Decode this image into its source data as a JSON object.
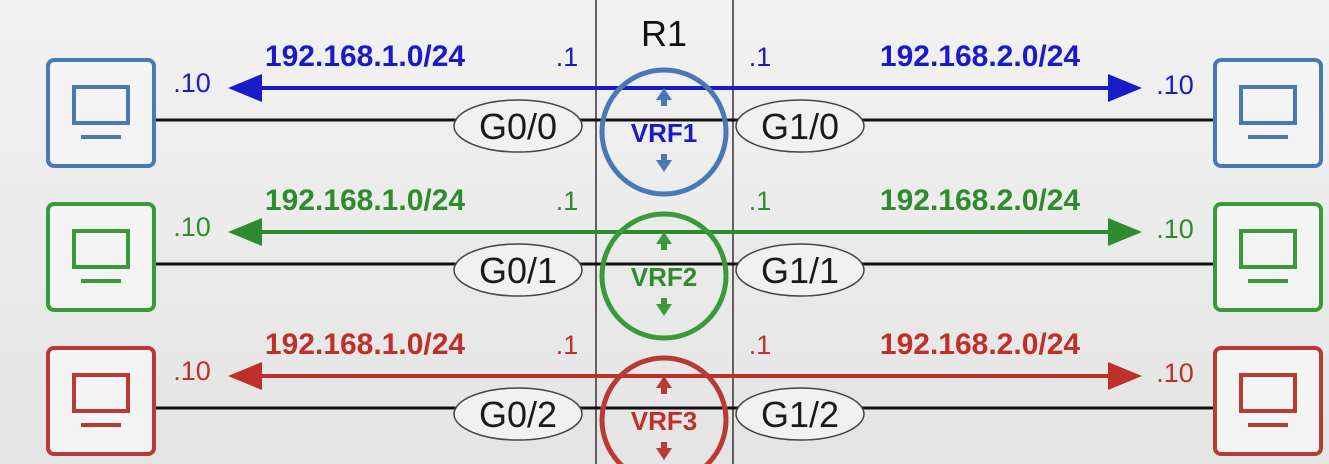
{
  "router": {
    "name": "R1"
  },
  "colors": {
    "blue": "#1a1ac8",
    "green": "#2e8b2e",
    "red": "#c0302a",
    "blue_box": "#4a78b5",
    "green_box": "#3a9a3a",
    "red_box": "#b83a35"
  },
  "rows": [
    {
      "vrf": "VRF1",
      "color": "blue",
      "left_net": "192.168.1.0/24",
      "right_net": "192.168.2.0/24",
      "left_router_addr": ".1",
      "right_router_addr": ".1",
      "left_host_addr": ".10",
      "right_host_addr": ".10",
      "left_iface": "G0/0",
      "right_iface": "G1/0",
      "left_host_icon": "computer-icon",
      "right_host_icon": "computer-icon"
    },
    {
      "vrf": "VRF2",
      "color": "green",
      "left_net": "192.168.1.0/24",
      "right_net": "192.168.2.0/24",
      "left_router_addr": ".1",
      "right_router_addr": ".1",
      "left_host_addr": ".10",
      "right_host_addr": ".10",
      "left_iface": "G0/1",
      "right_iface": "G1/1",
      "left_host_icon": "computer-icon",
      "right_host_icon": "computer-icon"
    },
    {
      "vrf": "VRF3",
      "color": "red",
      "left_net": "192.168.1.0/24",
      "right_net": "192.168.2.0/24",
      "left_router_addr": ".1",
      "right_router_addr": ".1",
      "left_host_addr": ".10",
      "right_host_addr": ".10",
      "left_iface": "G0/2",
      "right_iface": "G1/2",
      "left_host_icon": "computer-icon",
      "right_host_icon": "computer-icon"
    }
  ]
}
